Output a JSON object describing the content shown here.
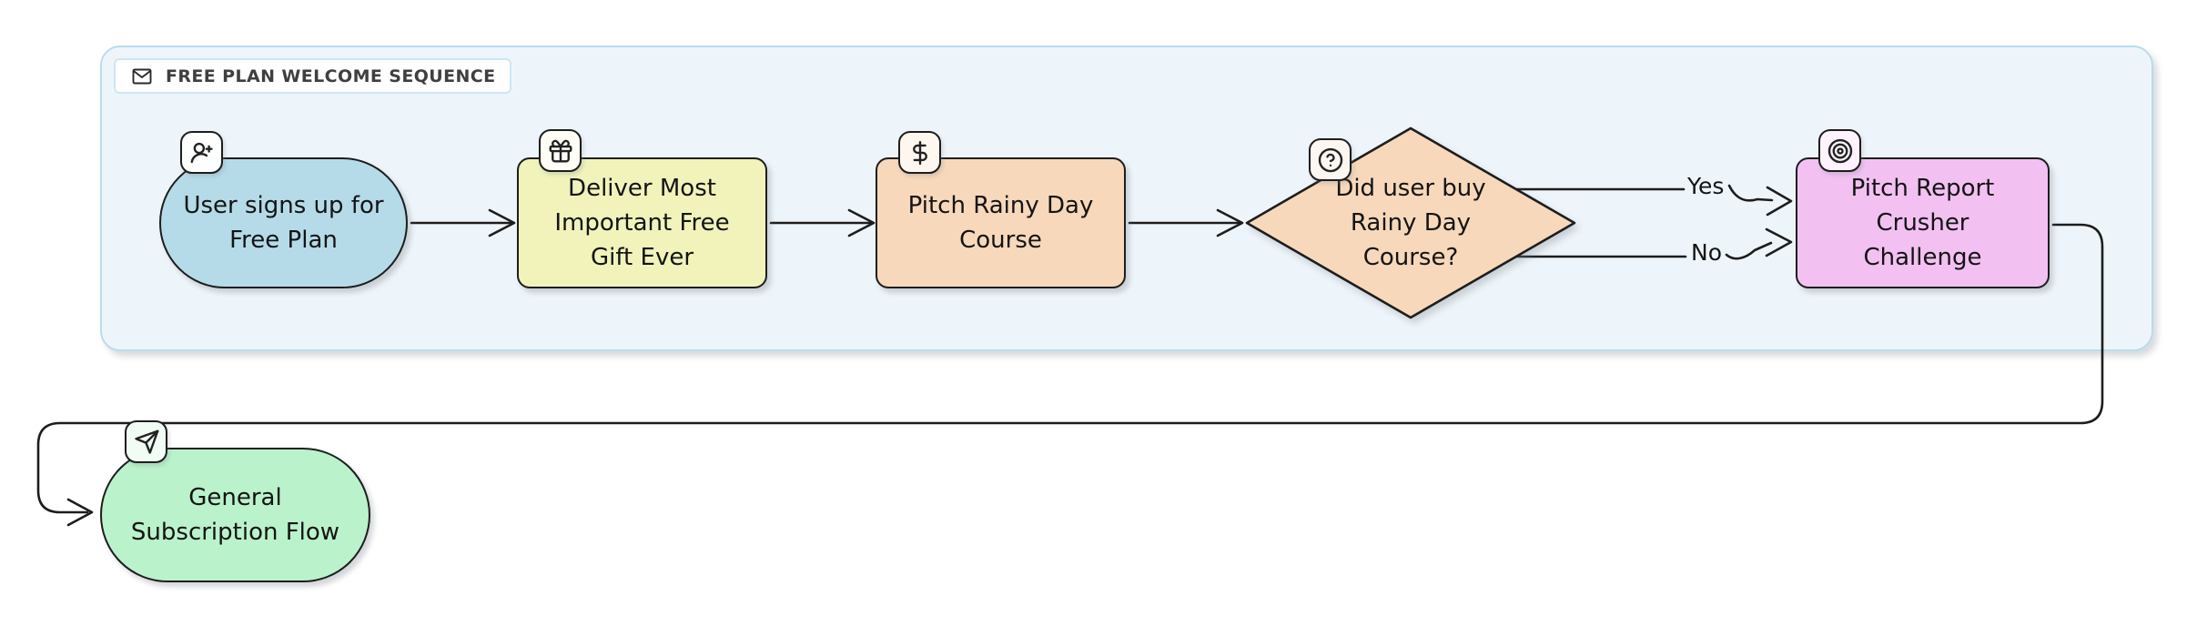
{
  "diagram": {
    "background": "#ffffff",
    "line_color": "#1d1d1d",
    "group": {
      "title": "FREE PLAN WELCOME SEQUENCE",
      "icon": "envelope-icon",
      "fill": "#eef5fa",
      "border_color": "#b9dcec"
    },
    "nodes": [
      {
        "id": "user-signs-up",
        "shape": "stadium",
        "fill": "#b5dbe8",
        "icon": "user-plus-icon",
        "label": "User signs up for\nFree Plan"
      },
      {
        "id": "deliver-gift",
        "shape": "rounded-rect",
        "fill": "#f1f3bb",
        "icon": "gift-icon",
        "label": "Deliver Most\nImportant Free\nGift Ever"
      },
      {
        "id": "pitch-rainy-day-course",
        "shape": "rounded-rect",
        "fill": "#f7d8bb",
        "icon": "dollar-sign-icon",
        "label": "Pitch Rainy Day\nCourse"
      },
      {
        "id": "did-user-buy-course",
        "shape": "diamond",
        "fill": "#f7d8bb",
        "icon": "question-mark-icon",
        "label": "Did user buy\nRainy Day\nCourse?"
      },
      {
        "id": "pitch-report-crusher-challenge",
        "shape": "rounded-rect",
        "fill": "#f2c1f2",
        "icon": "target-icon",
        "label": "Pitch Report\nCrusher\nChallenge"
      },
      {
        "id": "general-subscription-flow",
        "shape": "stadium",
        "fill": "#baf2cb",
        "icon": "paper-plane-icon",
        "label": "General\nSubscription Flow"
      }
    ],
    "edge_labels": {
      "yes": "Yes",
      "no": "No"
    }
  }
}
